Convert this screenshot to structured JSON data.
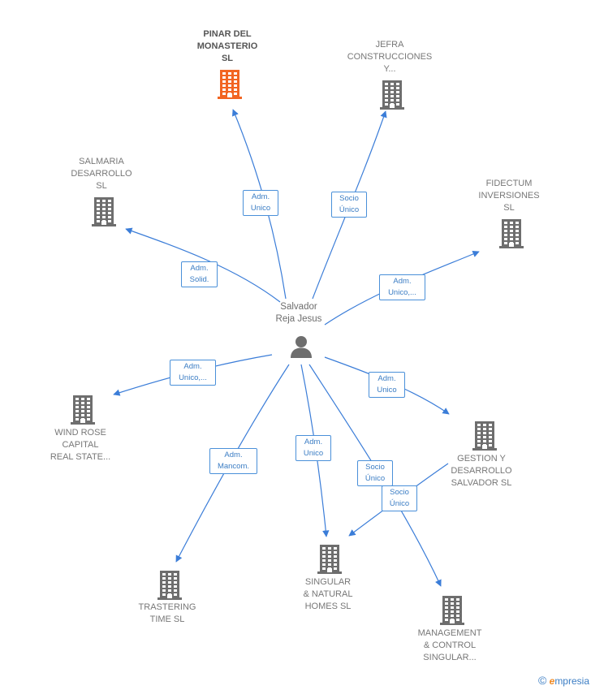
{
  "colors": {
    "edge": "#3b7dd8",
    "building": "#6e6e6e",
    "building_highlight": "#f26522",
    "person": "#6e6e6e"
  },
  "center": {
    "name": "Salvador\nReja Jesus",
    "icon": "person-icon"
  },
  "companies": [
    {
      "id": "pinar",
      "label": "PINAR DEL\nMONASTERIO\nSL",
      "highlight": true,
      "icon": "building-icon"
    },
    {
      "id": "jefra",
      "label": "JEFRA\nCONSTRUCCIONES\nY...",
      "highlight": false,
      "icon": "building-icon"
    },
    {
      "id": "salmaria",
      "label": "SALMARIA\nDESARROLLO\nSL",
      "highlight": false,
      "icon": "building-icon"
    },
    {
      "id": "fidectum",
      "label": "FIDECTUM\nINVERSIONES\nSL",
      "highlight": false,
      "icon": "building-icon"
    },
    {
      "id": "windrose",
      "label": "WIND ROSE\nCAPITAL\nREAL STATE...",
      "highlight": false,
      "icon": "building-icon"
    },
    {
      "id": "gestion",
      "label": "GESTION Y\nDESARROLLO\nSALVADOR  SL",
      "highlight": false,
      "icon": "building-icon"
    },
    {
      "id": "trastering",
      "label": "TRASTERING\nTIME  SL",
      "highlight": false,
      "icon": "building-icon"
    },
    {
      "id": "singular",
      "label": "SINGULAR\n& NATURAL\nHOMES  SL",
      "highlight": false,
      "icon": "building-icon"
    },
    {
      "id": "management",
      "label": "MANAGEMENT\n& CONTROL\nSINGULAR...",
      "highlight": false,
      "icon": "building-icon"
    }
  ],
  "roles": [
    {
      "id": "r-pinar",
      "label": "Adm.\nUnico"
    },
    {
      "id": "r-jefra",
      "label": "Socio\nÚnico"
    },
    {
      "id": "r-salmaria",
      "label": "Adm.\nSolid."
    },
    {
      "id": "r-fidectum",
      "label": "Adm.\nUnico,..."
    },
    {
      "id": "r-windrose",
      "label": "Adm.\nUnico,..."
    },
    {
      "id": "r-gestion",
      "label": "Adm.\nUnico"
    },
    {
      "id": "r-trastering",
      "label": "Adm.\nMancom."
    },
    {
      "id": "r-singular",
      "label": "Adm.\nUnico"
    },
    {
      "id": "r-management",
      "label": "Socio\nÚnico"
    },
    {
      "id": "r-gestion-singular",
      "label": "Socio\nÚnico"
    }
  ],
  "watermark": {
    "symbol": "©",
    "brand_initial": "e",
    "brand_rest": "mpresia"
  }
}
